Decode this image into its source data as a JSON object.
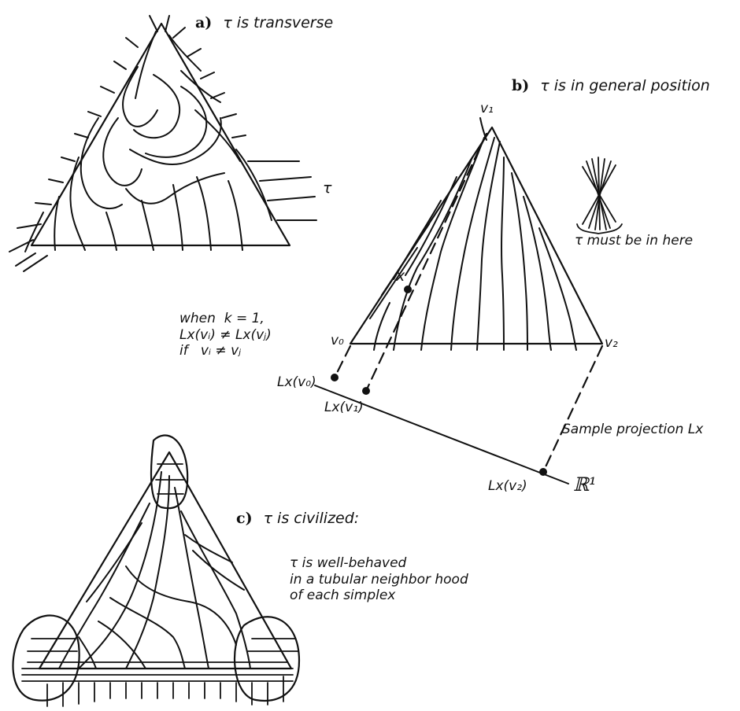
{
  "panel_a": {
    "letter": "a)",
    "caption": "τ is transverse",
    "tau_label": "τ"
  },
  "panel_b": {
    "letter": "b)",
    "caption": "τ is in general position",
    "vertex_v0": "v₀",
    "vertex_v1": "v₁",
    "vertex_v2": "v₂",
    "point_x": "x",
    "inset_caption": "τ must be in here",
    "condition": "when  k = 1,\nLx(vᵢ) ≠ Lx(vⱼ)\nif   vᵢ ≠ vⱼ",
    "proj_v0": "Lx(v₀)",
    "proj_v1": "Lx(v₁)",
    "proj_v2": "Lx(v₂)",
    "projection_caption": "Sample projection Lx",
    "line_label": "ℝ¹"
  },
  "panel_c": {
    "letter": "c)",
    "caption": "τ is civilized:",
    "description": "τ is well-behaved\nin a tubular neighbor hood\nof each simplex"
  }
}
